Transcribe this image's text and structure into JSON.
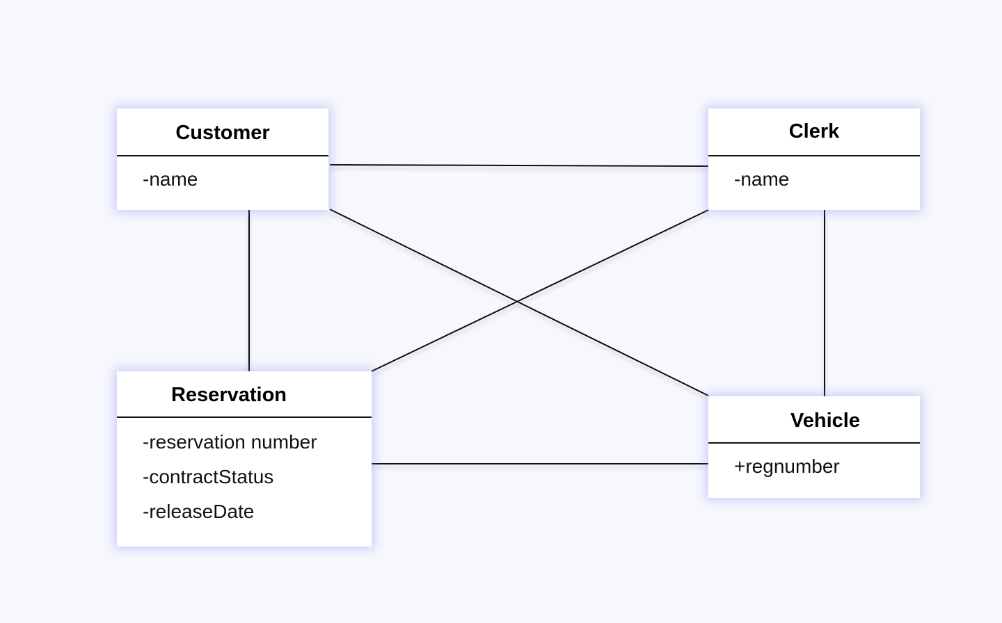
{
  "diagram": {
    "classes": {
      "customer": {
        "name": "Customer",
        "attributes": [
          "-name"
        ]
      },
      "clerk": {
        "name": "Clerk",
        "attributes": [
          "-name"
        ]
      },
      "reservation": {
        "name": "Reservation",
        "attributes": [
          "-reservation number",
          "-contractStatus",
          "-releaseDate"
        ]
      },
      "vehicle": {
        "name": "Vehicle",
        "attributes": [
          "+regnumber"
        ]
      }
    },
    "associations": [
      [
        "customer",
        "clerk"
      ],
      [
        "customer",
        "vehicle"
      ],
      [
        "clerk",
        "reservation"
      ],
      [
        "customer",
        "reservation"
      ],
      [
        "clerk",
        "vehicle"
      ],
      [
        "reservation",
        "vehicle"
      ]
    ],
    "colors": {
      "background": "#f7f8fd",
      "box": "#ffffff",
      "line": "#111111",
      "glow": "#8c96f0"
    }
  }
}
